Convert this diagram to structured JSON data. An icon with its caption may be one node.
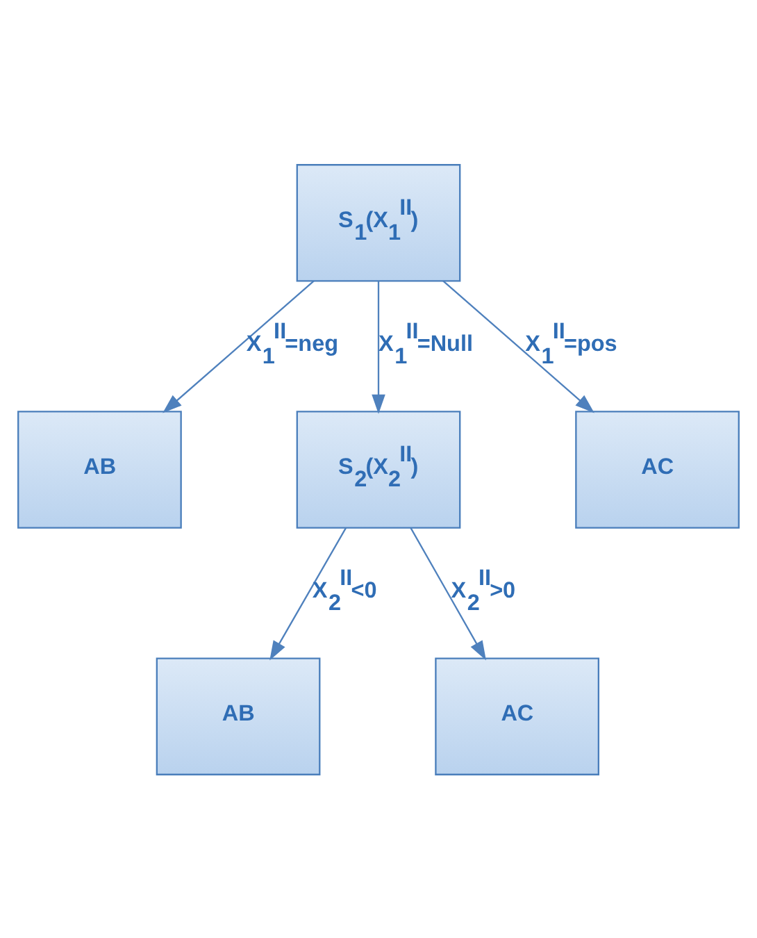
{
  "diagram": {
    "nodes": [
      {
        "text": [
          "S$_{1}$(X$_{1}$$^{II}$)"
        ]
      },
      {
        "text": [
          "AB"
        ]
      },
      {
        "text": [
          "AC"
        ]
      },
      {
        "text": [
          "S$_{2}$(X$_{2}$$^{II}$)"
        ]
      },
      {
        "text": [
          "AB"
        ]
      },
      {
        "text": [
          "AC"
        ]
      }
    ],
    "edges": [
      {
        "from": 0,
        "to": 1,
        "arrow": "to",
        "label": "X$_{1}$$^{II}$=neg"
      },
      {
        "from": 0,
        "to": 3,
        "arrow": "to",
        "label": "X$_{1}$$^{II}$=Null"
      },
      {
        "from": 0,
        "to": 2,
        "arrow": "to",
        "label": "X$_{1}$$^{II}$=pos"
      },
      {
        "from": 3,
        "to": 4,
        "arrow": "to",
        "label": "X$_{2}$$^{II}$<0"
      },
      {
        "from": 3,
        "to": 5,
        "arrow": "to",
        "label": "X$_{2}$$^{II}$>0"
      }
    ]
  }
}
